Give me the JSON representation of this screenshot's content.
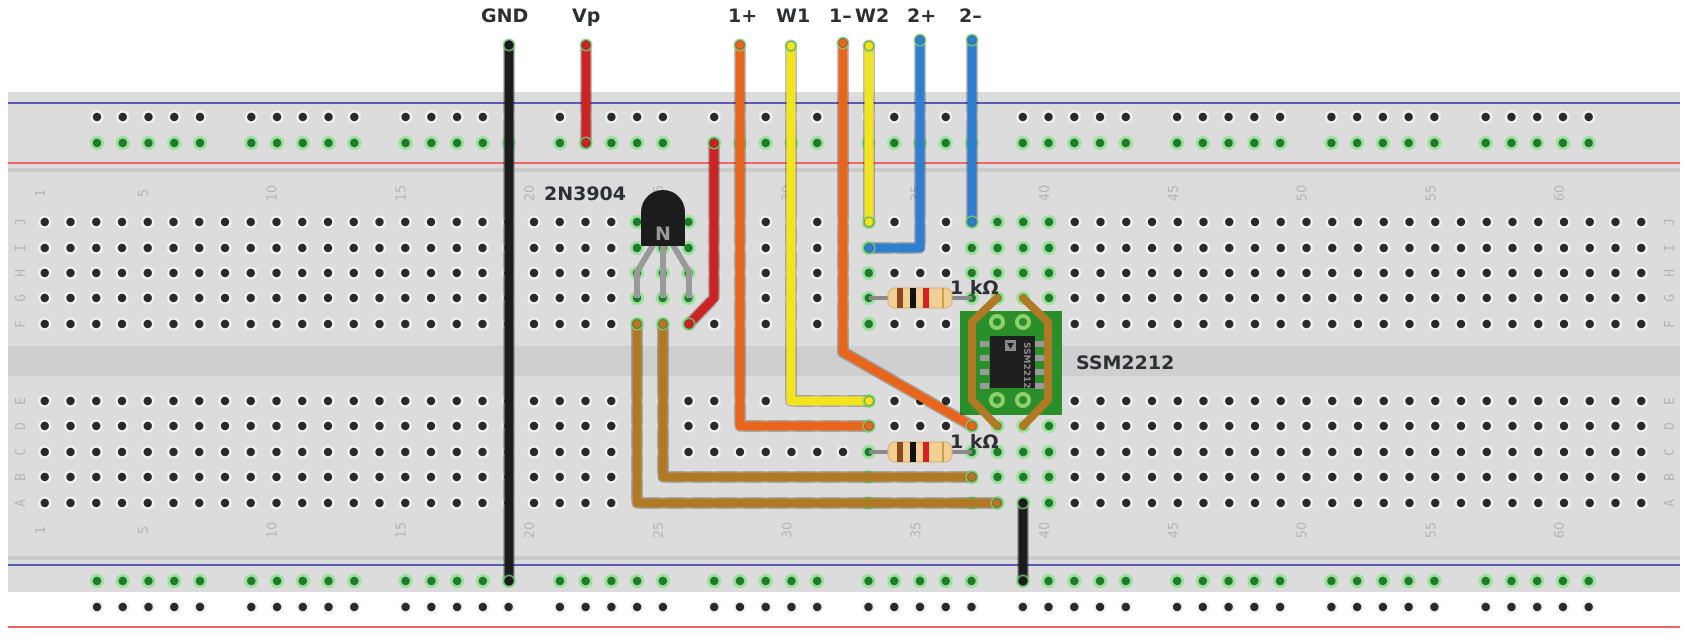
{
  "header_labels": [
    {
      "id": "gnd",
      "text": "GND"
    },
    {
      "id": "vp",
      "text": "Vp"
    },
    {
      "id": "in1p",
      "text": "1+"
    },
    {
      "id": "w1",
      "text": "W1"
    },
    {
      "id": "in1m",
      "text": "1–"
    },
    {
      "id": "w2",
      "text": "W2"
    },
    {
      "id": "in2p",
      "text": "2+"
    },
    {
      "id": "in2m",
      "text": "2–"
    }
  ],
  "breadboard": {
    "columns": 63,
    "upper_rows": [
      "J",
      "I",
      "H",
      "G",
      "F"
    ],
    "lower_rows": [
      "E",
      "D",
      "C",
      "B",
      "A"
    ],
    "column_number_labels": [
      "1",
      "5",
      "10",
      "15",
      "20",
      "25",
      "30",
      "35",
      "40",
      "45",
      "50",
      "55",
      "60"
    ],
    "rail_groups": 10,
    "rail_group_size": 5,
    "colors": {
      "board": "#dcdcdc",
      "hole": "#2a2a2a",
      "connected_hole": "#1f7a2c",
      "connected_glow": "#8fe08f",
      "rail_negative_line": "#5b5bb5",
      "rail_positive_line": "#ee6666",
      "center_channel": "#cfcfcf"
    },
    "connected_columns_upper": [
      24,
      25,
      26,
      33,
      37,
      38,
      39,
      40
    ],
    "connected_columns_lower": [
      33,
      37,
      38,
      39,
      40
    ]
  },
  "components": {
    "transistor": {
      "label": "2N3904",
      "marking": "N",
      "columns": [
        24,
        25,
        26
      ]
    },
    "resistor_top": {
      "label": "1 kΩ",
      "bands": [
        "#8b4a1b",
        "#111111",
        "#d42020",
        "#c8a24a"
      ]
    },
    "resistor_bottom": {
      "label": "1 kΩ",
      "bands": [
        "#8b4a1b",
        "#111111",
        "#d42020",
        "#c8a24a"
      ]
    },
    "ic": {
      "label": "SSM2212",
      "chip_text": "SSM2212"
    }
  },
  "wires": [
    {
      "name": "gnd-wire",
      "color": "#1c1c1c",
      "label_id": "gnd"
    },
    {
      "name": "vp-wire",
      "color": "#cc2222",
      "label_id": "vp"
    },
    {
      "name": "vp-to-transistor-wire",
      "color": "#cc2222"
    },
    {
      "name": "in1p-wire",
      "color": "#e8661c",
      "label_id": "in1p"
    },
    {
      "name": "w1-wire",
      "color": "#f2e51f",
      "label_id": "w1"
    },
    {
      "name": "in1m-wire",
      "color": "#e8661c",
      "label_id": "in1m"
    },
    {
      "name": "w2-wire",
      "color": "#f2e51f",
      "label_id": "w2"
    },
    {
      "name": "in2p-wire",
      "color": "#2f7fd0",
      "label_id": "in2p"
    },
    {
      "name": "in2m-wire",
      "color": "#2f7fd0",
      "label_id": "in2m"
    },
    {
      "name": "emitter-wire-a",
      "color": "#b07a24"
    },
    {
      "name": "emitter-wire-b",
      "color": "#b07a24"
    },
    {
      "name": "ic-ground-wire",
      "color": "#1c1c1c"
    }
  ]
}
